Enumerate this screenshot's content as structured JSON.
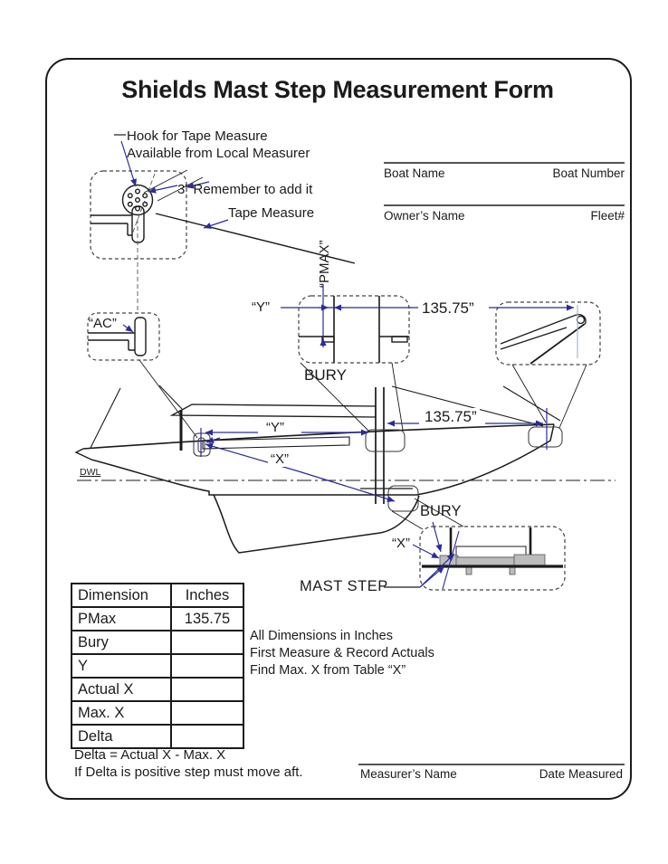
{
  "title": "Shields Mast Step Measurement Form",
  "annotations": {
    "hook_note_line1": "Hook for Tape Measure",
    "hook_note_line2": "Available from Local Measurer",
    "three_inch_note": "3” Remember to add it",
    "tape_measure": "Tape Measure",
    "ac": "“AC”",
    "pmax": "“PMAX”",
    "y_top": "“Y”",
    "dim_top": "135.75”",
    "bury_top": "BURY",
    "y_main": "“Y”",
    "dim_main": "135.75”",
    "x_main": "“X”",
    "dwl": "DWL",
    "bury_bottom": "BURY",
    "x_bottom": "“X”",
    "mast_step": "MAST STEP"
  },
  "form_fields": {
    "boat_name": "Boat Name",
    "boat_number": "Boat Number",
    "owners_name": "Owner’s Name",
    "fleet": "Fleet#",
    "measurers_name": "Measurer’s Name",
    "date_measured": "Date Measured"
  },
  "table": {
    "headers": [
      "Dimension",
      "Inches"
    ],
    "rows": [
      {
        "dimension": "PMax",
        "inches": "135.75"
      },
      {
        "dimension": "Bury",
        "inches": ""
      },
      {
        "dimension": "Y",
        "inches": ""
      },
      {
        "dimension": "Actual X",
        "inches": ""
      },
      {
        "dimension": "Max. X",
        "inches": ""
      },
      {
        "dimension": "Delta",
        "inches": ""
      }
    ]
  },
  "notes": [
    "All Dimensions in Inches",
    "First Measure & Record Actuals",
    "Find Max. X from Table “X”"
  ],
  "footer": {
    "delta_formula": "Delta = Actual X - Max. X",
    "delta_note": "If Delta is positive step must move aft."
  },
  "colors": {
    "line": "#1b1b1b",
    "dimension_blue": "#2b2b9b",
    "step_gray": "#bcbcbc"
  }
}
